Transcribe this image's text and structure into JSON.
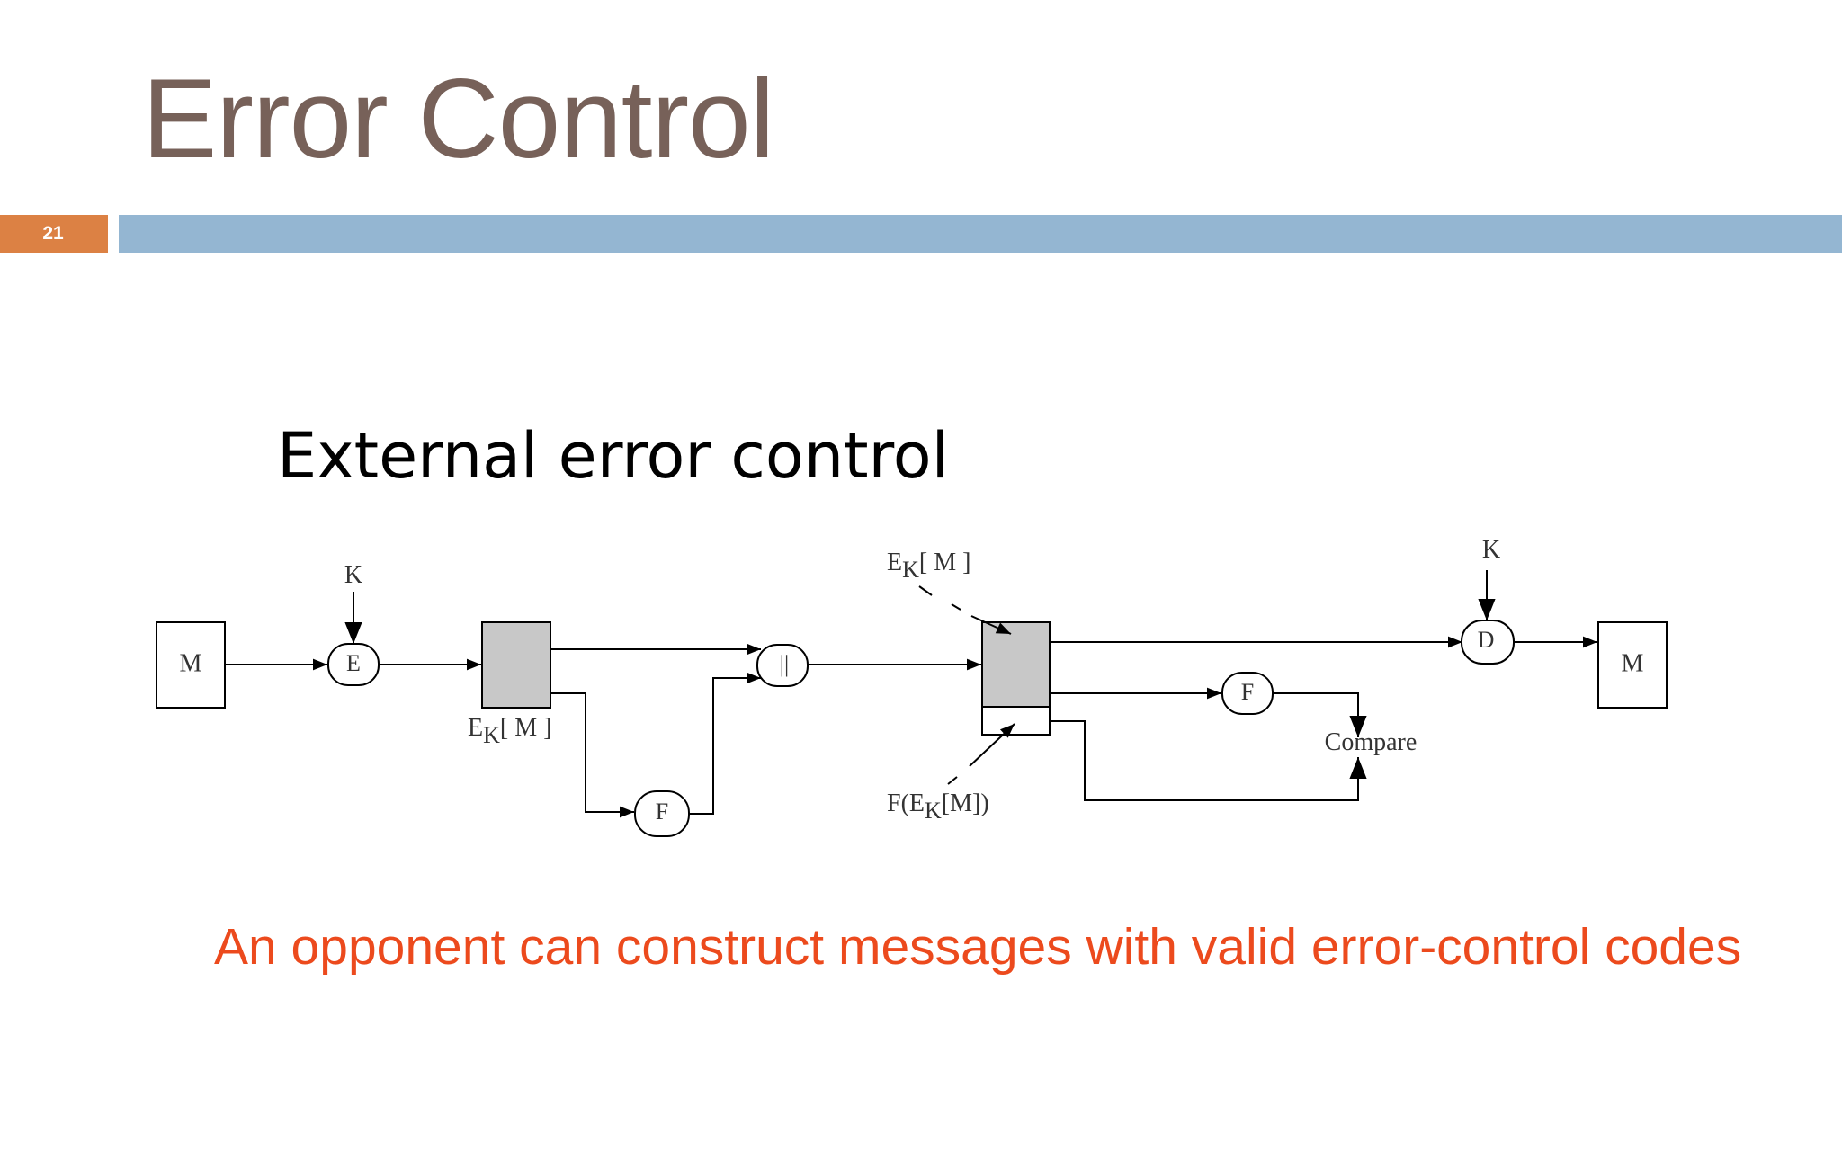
{
  "slide": {
    "title": "Error Control",
    "number": "21",
    "subtitle": "External error control",
    "note": "An opponent can construct messages with valid error-control codes",
    "colors": {
      "title": "#776159",
      "number_box": "#dc8144",
      "header_bar": "#94b6d2",
      "note": "#ec4a1d",
      "block_fill": "#c8c8c8"
    }
  },
  "diagram": {
    "source_message": "M",
    "key_left": "K",
    "encrypt": "E",
    "ciphertext_main": "E",
    "ciphertext_sub": "K",
    "ciphertext_tail": "[ M ]",
    "function_left": "F",
    "concat": "||",
    "received_main": "E",
    "received_sub": "K",
    "received_tail": "[ M ]",
    "check_prefix": "F(E",
    "check_sub": "K",
    "check_tail": "[M])",
    "function_right": "F",
    "compare": "Compare",
    "key_right": "K",
    "decrypt": "D",
    "output_message": "M"
  }
}
